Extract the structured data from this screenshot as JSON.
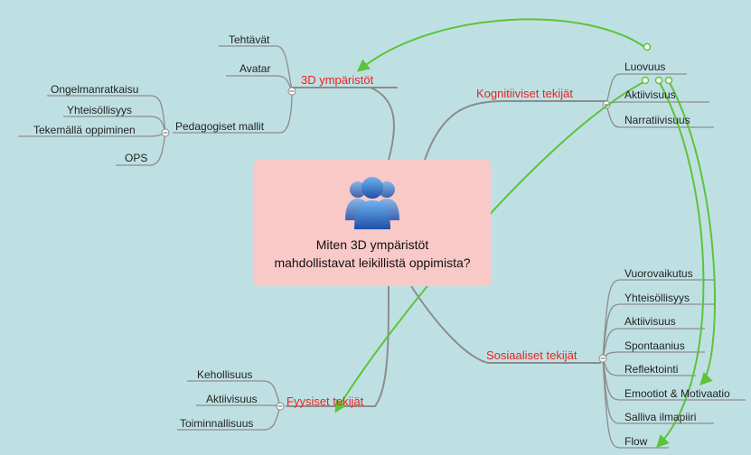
{
  "central": {
    "line1": "Miten 3D ympäristöt",
    "line2": "mahdollistavat leikillistä oppimista?"
  },
  "branches": {
    "ymparistot": {
      "label": "3D ympäristöt",
      "items": {
        "tehtavat": "Tehtävät",
        "avatar": "Avatar",
        "pedagogiset": "Pedagogiset mallit"
      },
      "pedagogiset_items": [
        "Ongelmanratkaisu",
        "Yhteisöllisyys",
        "Tekemällä oppiminen",
        "OPS"
      ]
    },
    "kognitiiviset": {
      "label": "Kognitiiviset tekijät",
      "items": [
        "Luovuus",
        "Aktiivisuus",
        "Narratiivisuus"
      ]
    },
    "sosiaaliset": {
      "label": "Sosiaaliset tekijät",
      "items": [
        "Vuorovaikutus",
        "Yhteisöllisyys",
        "Aktiivisuus",
        "Spontaanius",
        "Reflektointi",
        "Emootiot & Motivaatio",
        "Salliva ilmapiiri",
        "Flow"
      ]
    },
    "fyysiset": {
      "label": "Fyysiset tekijät",
      "items": [
        "Kehollisuus",
        "Aktiivisuus",
        "Toiminnallisuus"
      ]
    }
  },
  "colors": {
    "background": "#bfe0e3",
    "branch_text": "#e8231f",
    "central_fill": "#f9c9c7",
    "relation_arrow": "#5cc33a",
    "connector": "#8c8c8c"
  },
  "icons": {
    "central": "people-group-icon",
    "collapse": "minus-circle-icon"
  }
}
